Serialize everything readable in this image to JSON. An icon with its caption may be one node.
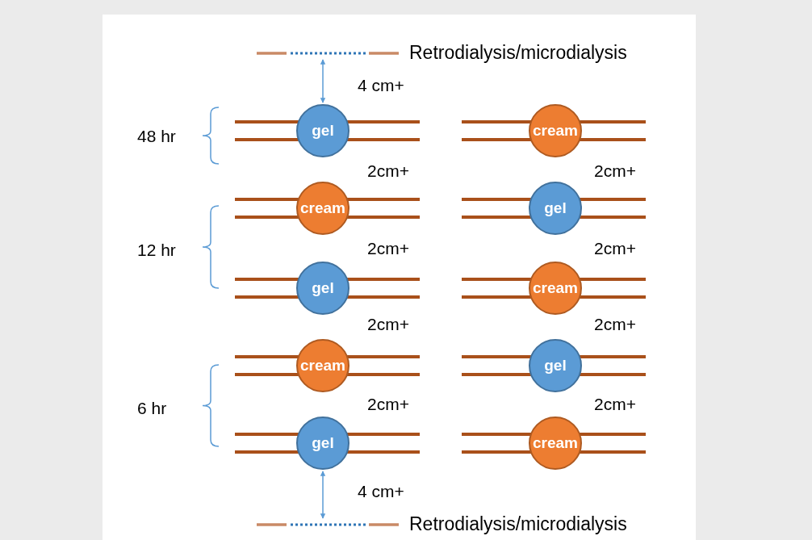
{
  "diagram": {
    "nodes": [
      {
        "text": [],
        "shape": "bar",
        "beside": [
          "Retrodialysis/microdialysis"
        ]
      },
      {
        "text": [
          "gel"
        ]
      },
      {
        "text": [
          "cream"
        ]
      },
      {
        "text": [
          "cream"
        ]
      },
      {
        "text": [
          "gel"
        ]
      },
      {
        "text": [
          "gel"
        ]
      },
      {
        "text": [
          "cream"
        ]
      },
      {
        "text": [
          "cream"
        ]
      },
      {
        "text": [
          "gel"
        ]
      },
      {
        "text": [
          "gel"
        ]
      },
      {
        "text": [
          "cream"
        ]
      },
      {
        "text": [],
        "shape": "bar",
        "beside": [
          "Retrodialysis/microdialysis"
        ]
      }
    ],
    "edges": [
      {
        "from": 0,
        "to": 1,
        "arrow": "both"
      },
      {
        "from": 9,
        "to": 11,
        "arrow": "both"
      }
    ],
    "labels": [
      "4 cm+",
      "48 hr",
      "2cm+",
      "2cm+",
      "12 hr",
      "2cm+",
      "2cm+",
      "2cm+",
      "2cm+",
      "6 hr",
      "2cm+",
      "2cm+",
      "4 cm+"
    ]
  }
}
